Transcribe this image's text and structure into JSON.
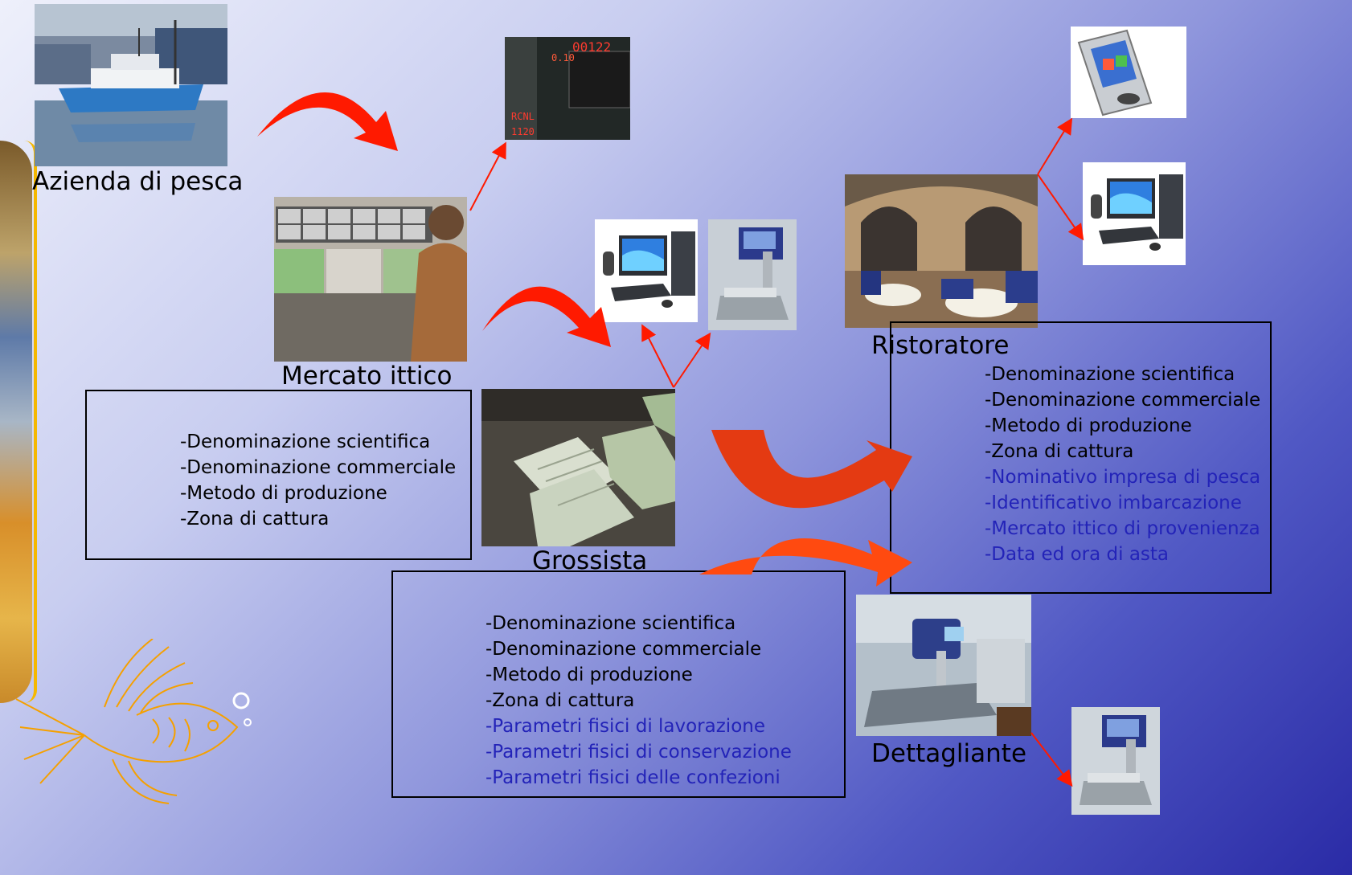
{
  "nodes": {
    "azienda": {
      "label": "Azienda di pesca"
    },
    "mercato": {
      "label": "Mercato ittico"
    },
    "grossista": {
      "label": "Grossista"
    },
    "ristoratore": {
      "label": "Ristoratore"
    },
    "dettagliante": {
      "label": "Dettagliante"
    }
  },
  "boxes": {
    "mercato": {
      "items": [
        "-Denominazione scientifica",
        "-Denominazione commerciale",
        "-Metodo di produzione",
        "-Zona di cattura"
      ]
    },
    "grossista": {
      "items": [
        "-Denominazione scientifica",
        "-Denominazione commerciale",
        "-Metodo di produzione",
        "-Zona di cattura"
      ],
      "extra_items": [
        "-Parametri fisici di lavorazione",
        "-Parametri fisici di conservazione",
        "-Parametri fisici delle confezioni"
      ]
    },
    "ristoratore": {
      "items": [
        "-Denominazione scientifica",
        "-Denominazione commerciale",
        "-Metodo di produzione",
        "-Zona di cattura"
      ],
      "extra_items": [
        "-Nominativo impresa di pesca",
        "-Identificativo imbarcazione",
        "-Mercato ittico di provenienza",
        "-Data ed ora di asta"
      ]
    }
  },
  "devices": {
    "auction_display": {
      "line1": "00122",
      "line2": "0.10",
      "line3": "RCNL",
      "line4": "1120"
    }
  },
  "colors": {
    "arrow_red": "#ff1a00",
    "extra_text": "#2323b8",
    "frame_yellow": "#f5b800"
  }
}
